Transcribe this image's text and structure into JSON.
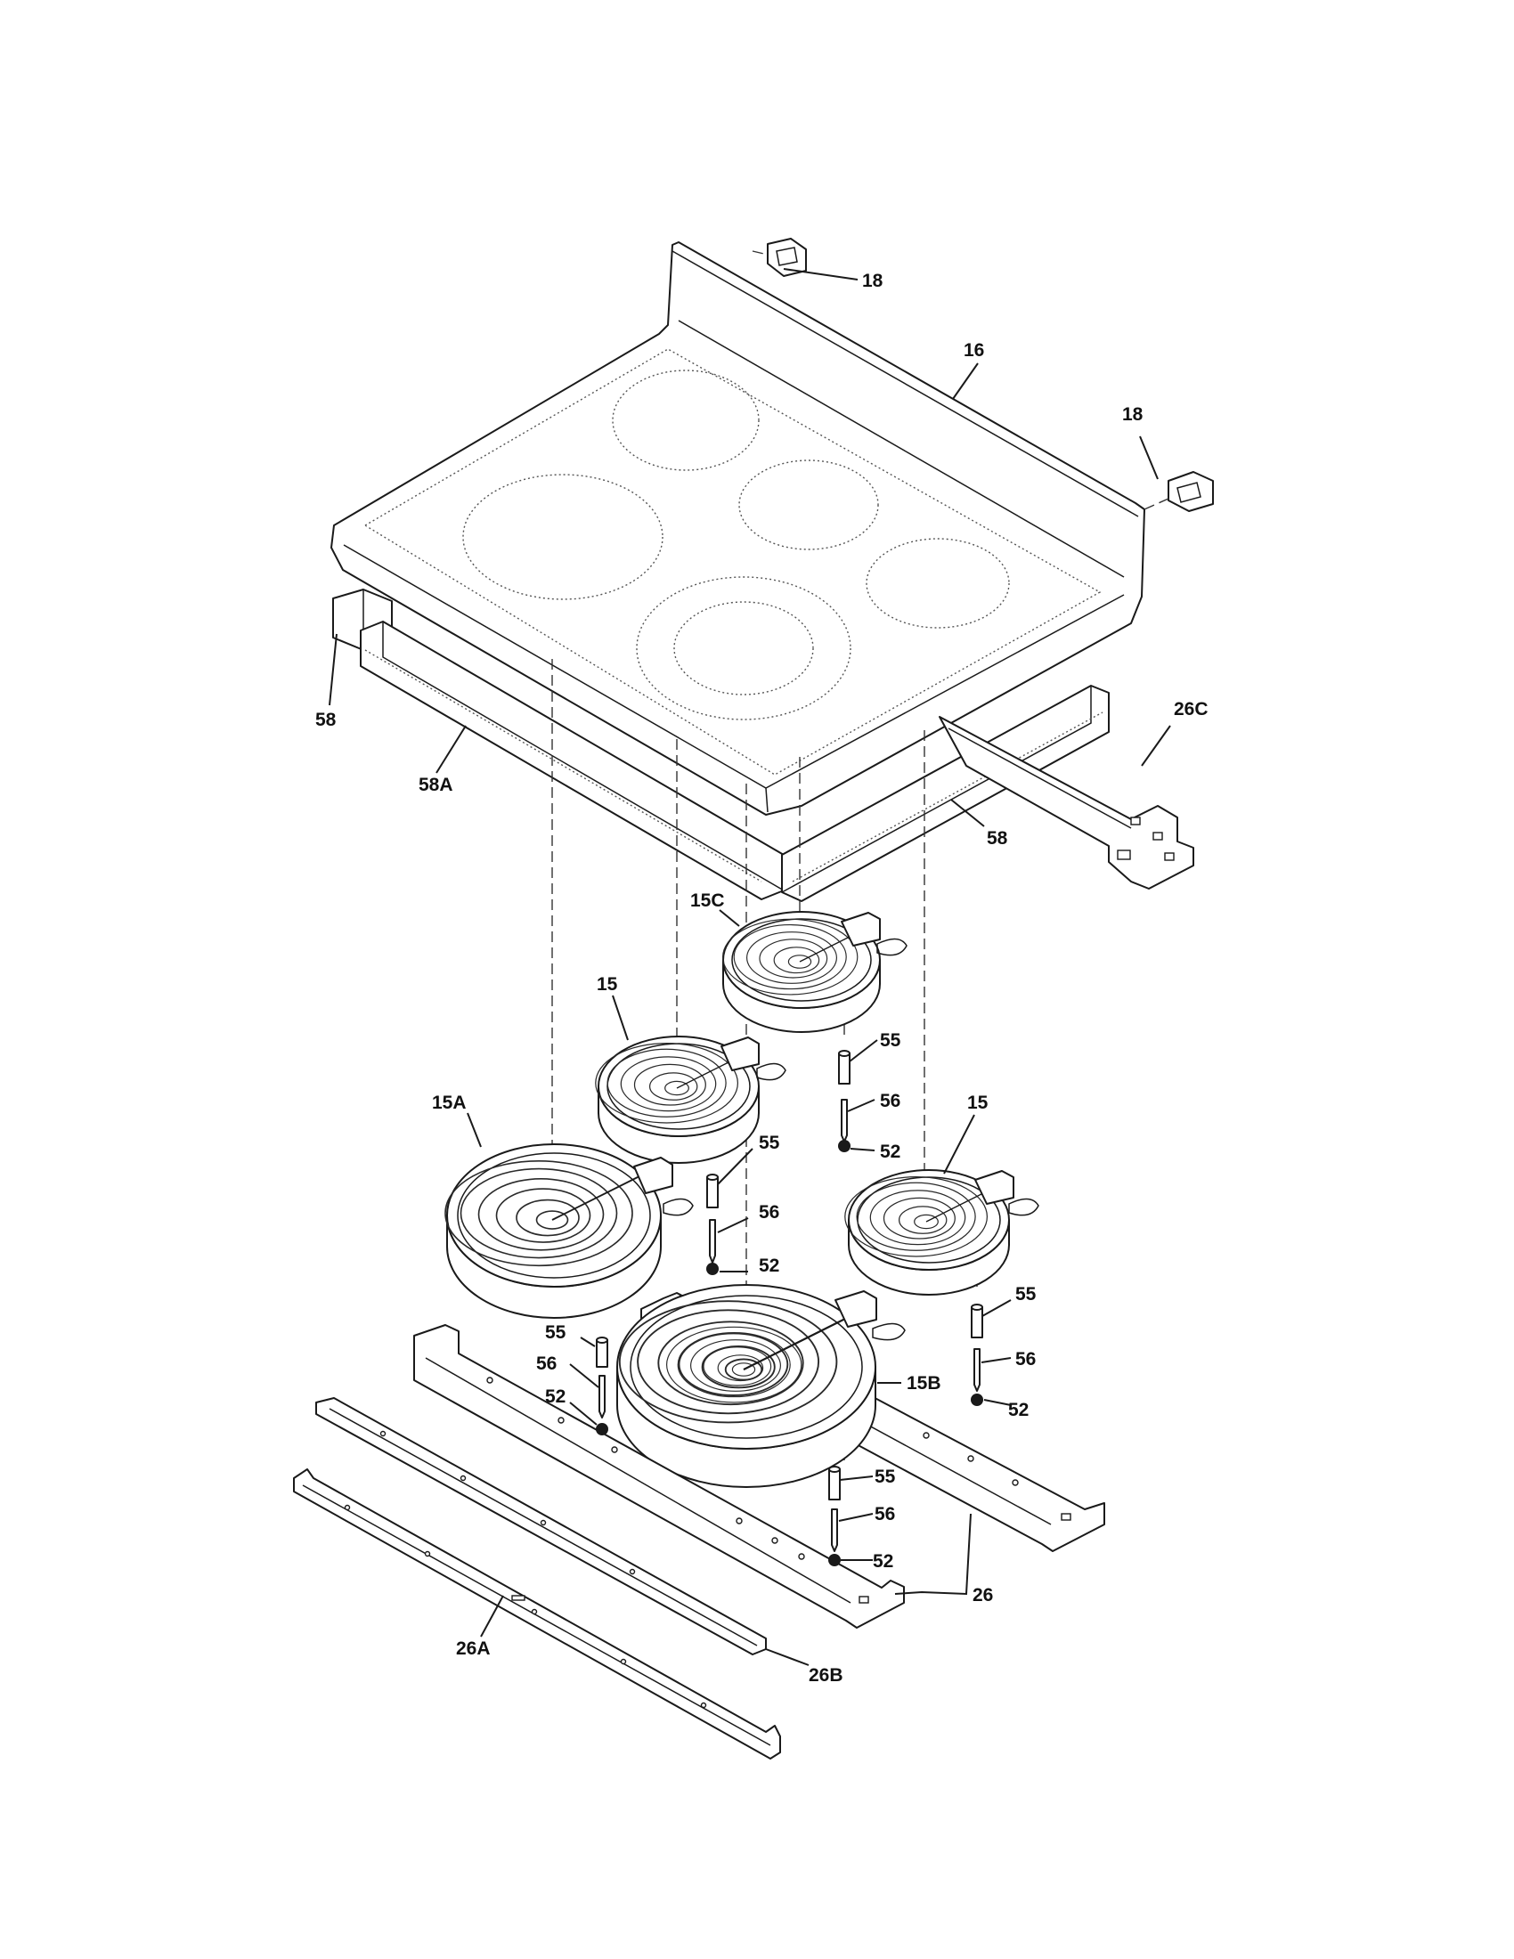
{
  "labels": {
    "l_18a": "18",
    "l_16": "16",
    "l_18b": "18",
    "l_58_left": "58",
    "l_58a": "58A",
    "l_26c": "26C",
    "l_58_right": "58",
    "l_15c": "15C",
    "l_15_mid": "15",
    "l_55_a": "55",
    "l_56_a": "56",
    "l_52_a": "52",
    "l_15a": "15A",
    "l_15_right": "15",
    "l_55_b": "55",
    "l_56_b": "56",
    "l_52_b": "52",
    "l_55_c": "55",
    "l_56_c": "56",
    "l_52_c": "52",
    "l_55_d": "55",
    "l_56_d": "56",
    "l_52_d": "52",
    "l_15b": "15B",
    "l_55_e": "55",
    "l_56_e": "56",
    "l_52_e": "52",
    "l_26": "26",
    "l_26a": "26A",
    "l_26b": "26B"
  }
}
